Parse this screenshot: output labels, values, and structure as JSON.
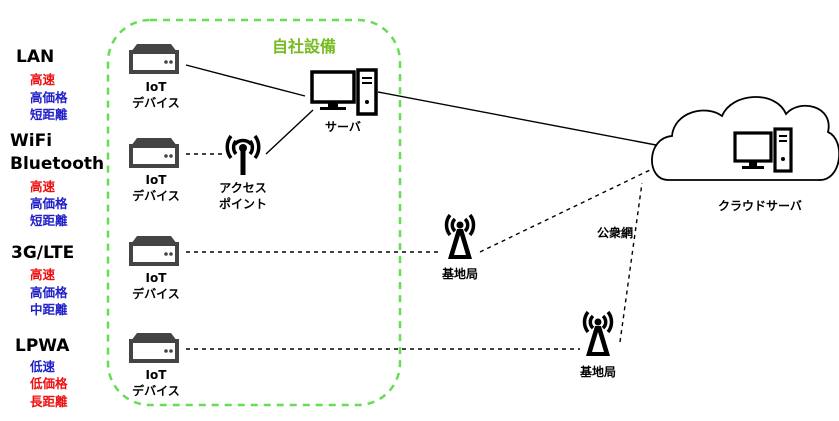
{
  "colors": {
    "red": "#ee1111",
    "blue": "#1f1fc8",
    "green": "#66dd55",
    "title": "#77bb22"
  },
  "premises_title": "自社設備",
  "technologies": [
    {
      "name": "LAN",
      "props": [
        {
          "text": "高速",
          "color": "red"
        },
        {
          "text": "高価格",
          "color": "blue"
        },
        {
          "text": "短距離",
          "color": "blue"
        }
      ]
    },
    {
      "name": "WiFi Bluetooth",
      "name_lines": [
        "WiFi",
        "Bluetooth"
      ],
      "props": [
        {
          "text": "高速",
          "color": "red"
        },
        {
          "text": "高価格",
          "color": "blue"
        },
        {
          "text": "短距離",
          "color": "blue"
        }
      ]
    },
    {
      "name": "3G/LTE",
      "props": [
        {
          "text": "高速",
          "color": "red"
        },
        {
          "text": "高価格",
          "color": "blue"
        },
        {
          "text": "中距離",
          "color": "blue"
        }
      ]
    },
    {
      "name": "LPWA",
      "props": [
        {
          "text": "低速",
          "color": "blue"
        },
        {
          "text": "低価格",
          "color": "red"
        },
        {
          "text": "長距離",
          "color": "red"
        }
      ]
    }
  ],
  "device_label": {
    "line1": "IoT",
    "line2": "デバイス"
  },
  "server_label": "サーバ",
  "ap_label": {
    "line1": "アクセス",
    "line2": "ポイント"
  },
  "base_station_label": "基地局",
  "public_network_label": "公衆網",
  "cloud_server_label": "クラウドサーバ",
  "icons": [
    "device-icon",
    "server-icon",
    "access-point-icon",
    "antenna-icon",
    "cloud-icon"
  ]
}
